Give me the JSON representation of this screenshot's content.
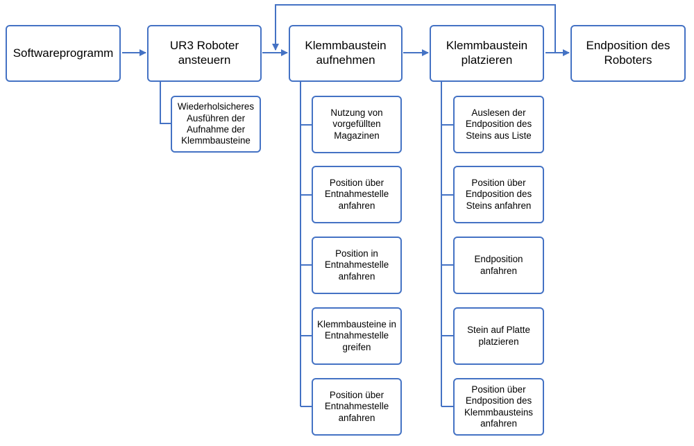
{
  "main_steps": [
    {
      "id": "softwareprogramm",
      "label": "Softwareprogramm"
    },
    {
      "id": "ur3-roboter",
      "label": "UR3 Roboter\nansteuern"
    },
    {
      "id": "klemmbaustein-aufnehmen",
      "label": "Klemmbaustein\naufnehmen"
    },
    {
      "id": "klemmbaustein-platzieren",
      "label": "Klemmbaustein\nplatzieren"
    },
    {
      "id": "endposition-roboter",
      "label": "Endposition des\nRoboters"
    }
  ],
  "ur3_substeps": [
    "Wiederholsicheres\nAusführen der\nAufnahme der\nKlemmbausteine"
  ],
  "aufnehmen_substeps": [
    "Nutzung von\nvorgefüllten\nMagazinen",
    "Position über\nEntnahmestelle\nanfahren",
    "Position in\nEntnahmestelle\nanfahren",
    "Klemmbausteine in\nEntnahmestelle\ngreifen",
    "Position über\nEntnahmestelle\nanfahren"
  ],
  "platzieren_substeps": [
    "Auslesen der\nEndposition des\nSteins aus Liste",
    "Position über\nEndposition des\nSteins anfahren",
    "Endposition\nanfahren",
    "Stein auf Platte\nplatzieren",
    "Position über\nEndposition des\nKlemmbausteins\nanfahren"
  ],
  "colors": {
    "box_border": "#4472c4",
    "connector": "#4472c4"
  }
}
